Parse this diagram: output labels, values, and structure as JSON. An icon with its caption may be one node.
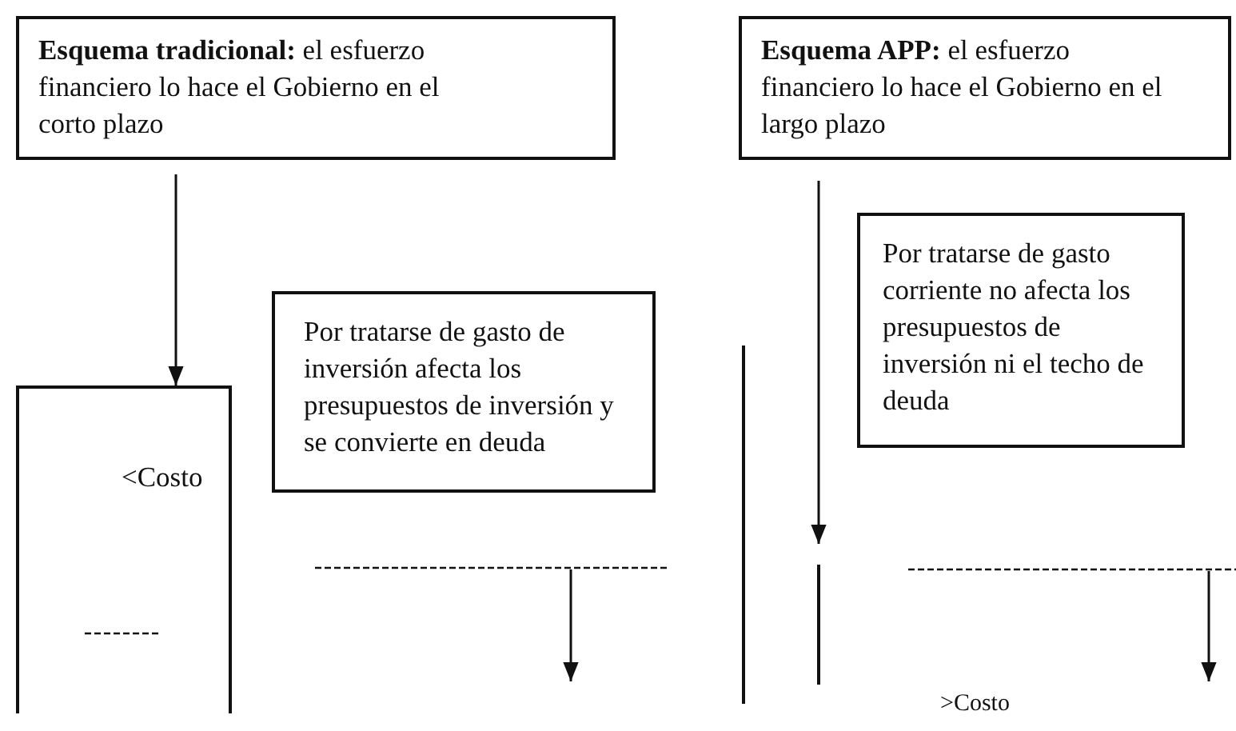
{
  "diagram": {
    "nodes": [
      {
        "text": [
          "**Esquema tradicional:** el esfuerzo financiero lo hace el Gobierno en el corto plazo"
        ]
      },
      {
        "text": [
          "**Esquema APP:** el esfuerzo financiero lo hace el Gobierno en el largo plazo"
        ]
      },
      {
        "text": [
          "Por tratarse de gasto de inversión afecta los presupuestos de inversión y se convierte en deuda"
        ]
      },
      {
        "text": [
          "Por tratarse de gasto corriente no afecta los presupuestos de inversión ni el techo de deuda"
        ]
      },
      {
        "text": [
          "<Costo"
        ]
      }
    ],
    "edges": [
      {
        "from": 0,
        "to": 4,
        "arrow": "to"
      },
      {
        "from": 1,
        "to": null,
        "arrow": "to"
      }
    ],
    "labels": [
      ">Costo"
    ]
  }
}
